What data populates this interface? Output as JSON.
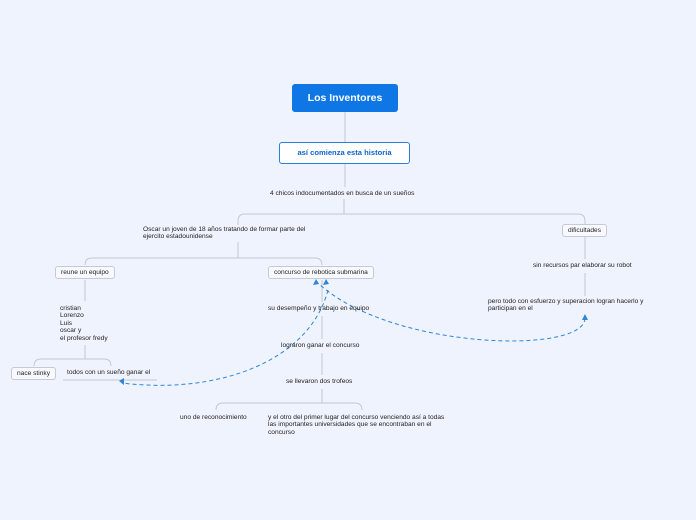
{
  "root": "Los Inventores",
  "main_topic": "así comienza esta historia",
  "intro": "4 chicos indocumentados en busca de un sueños",
  "oscar": "Oscar un joven de 18 años tratando de formar parte del\nejercito estadounidense",
  "dificultades": "dificultades",
  "sin_recursos": "sin recursos par elaborar su robot",
  "pero_todo": "pero todo con esfuerzo y superacion logran hacerlo y\nparticipan en el",
  "reune_equipo": "reune un equipo",
  "miembros": "cristian\nLorenzo\nLuis\noscar y\nel profesor fredy",
  "concurso": "concurso de rebotica submarina",
  "desempeno": "su desempeño y trabajo en equipo",
  "lograron": "lograron ganar el concurso",
  "trofeos": "se llevaron dos trofeos",
  "reconocimiento": "uno de reconocimiento",
  "primer_lugar": "y el otro del primer lugar del concurso venciendo así a todas\nlas importantes universidades que se encontraban en el\nconcurso",
  "todos_sueno": "todos con un sueño ganar el",
  "nace_stinky": "nace stinky",
  "colors": {
    "background": "#eef3fd",
    "root_fill": "#0f76e5",
    "main_border": "#2b7fd8",
    "line": "#c3c8d0",
    "relationship": "#2f86d8"
  }
}
